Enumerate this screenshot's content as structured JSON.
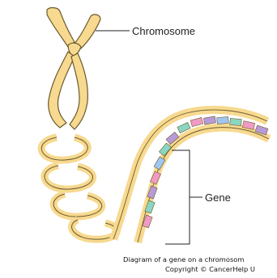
{
  "labels": {
    "chromosome": "Chromosome",
    "gene": "Gene"
  },
  "caption": {
    "line1": "Diagram of a gene on a chromosom",
    "line2": "Copyright © CancerHelp U"
  },
  "colors": {
    "chromatin": "#f7d98f",
    "chromatin_outline": "#6b5a2e",
    "gene_bases": [
      "#f09bc4",
      "#b79ad9",
      "#8ad6c0",
      "#9ec6f0"
    ]
  }
}
